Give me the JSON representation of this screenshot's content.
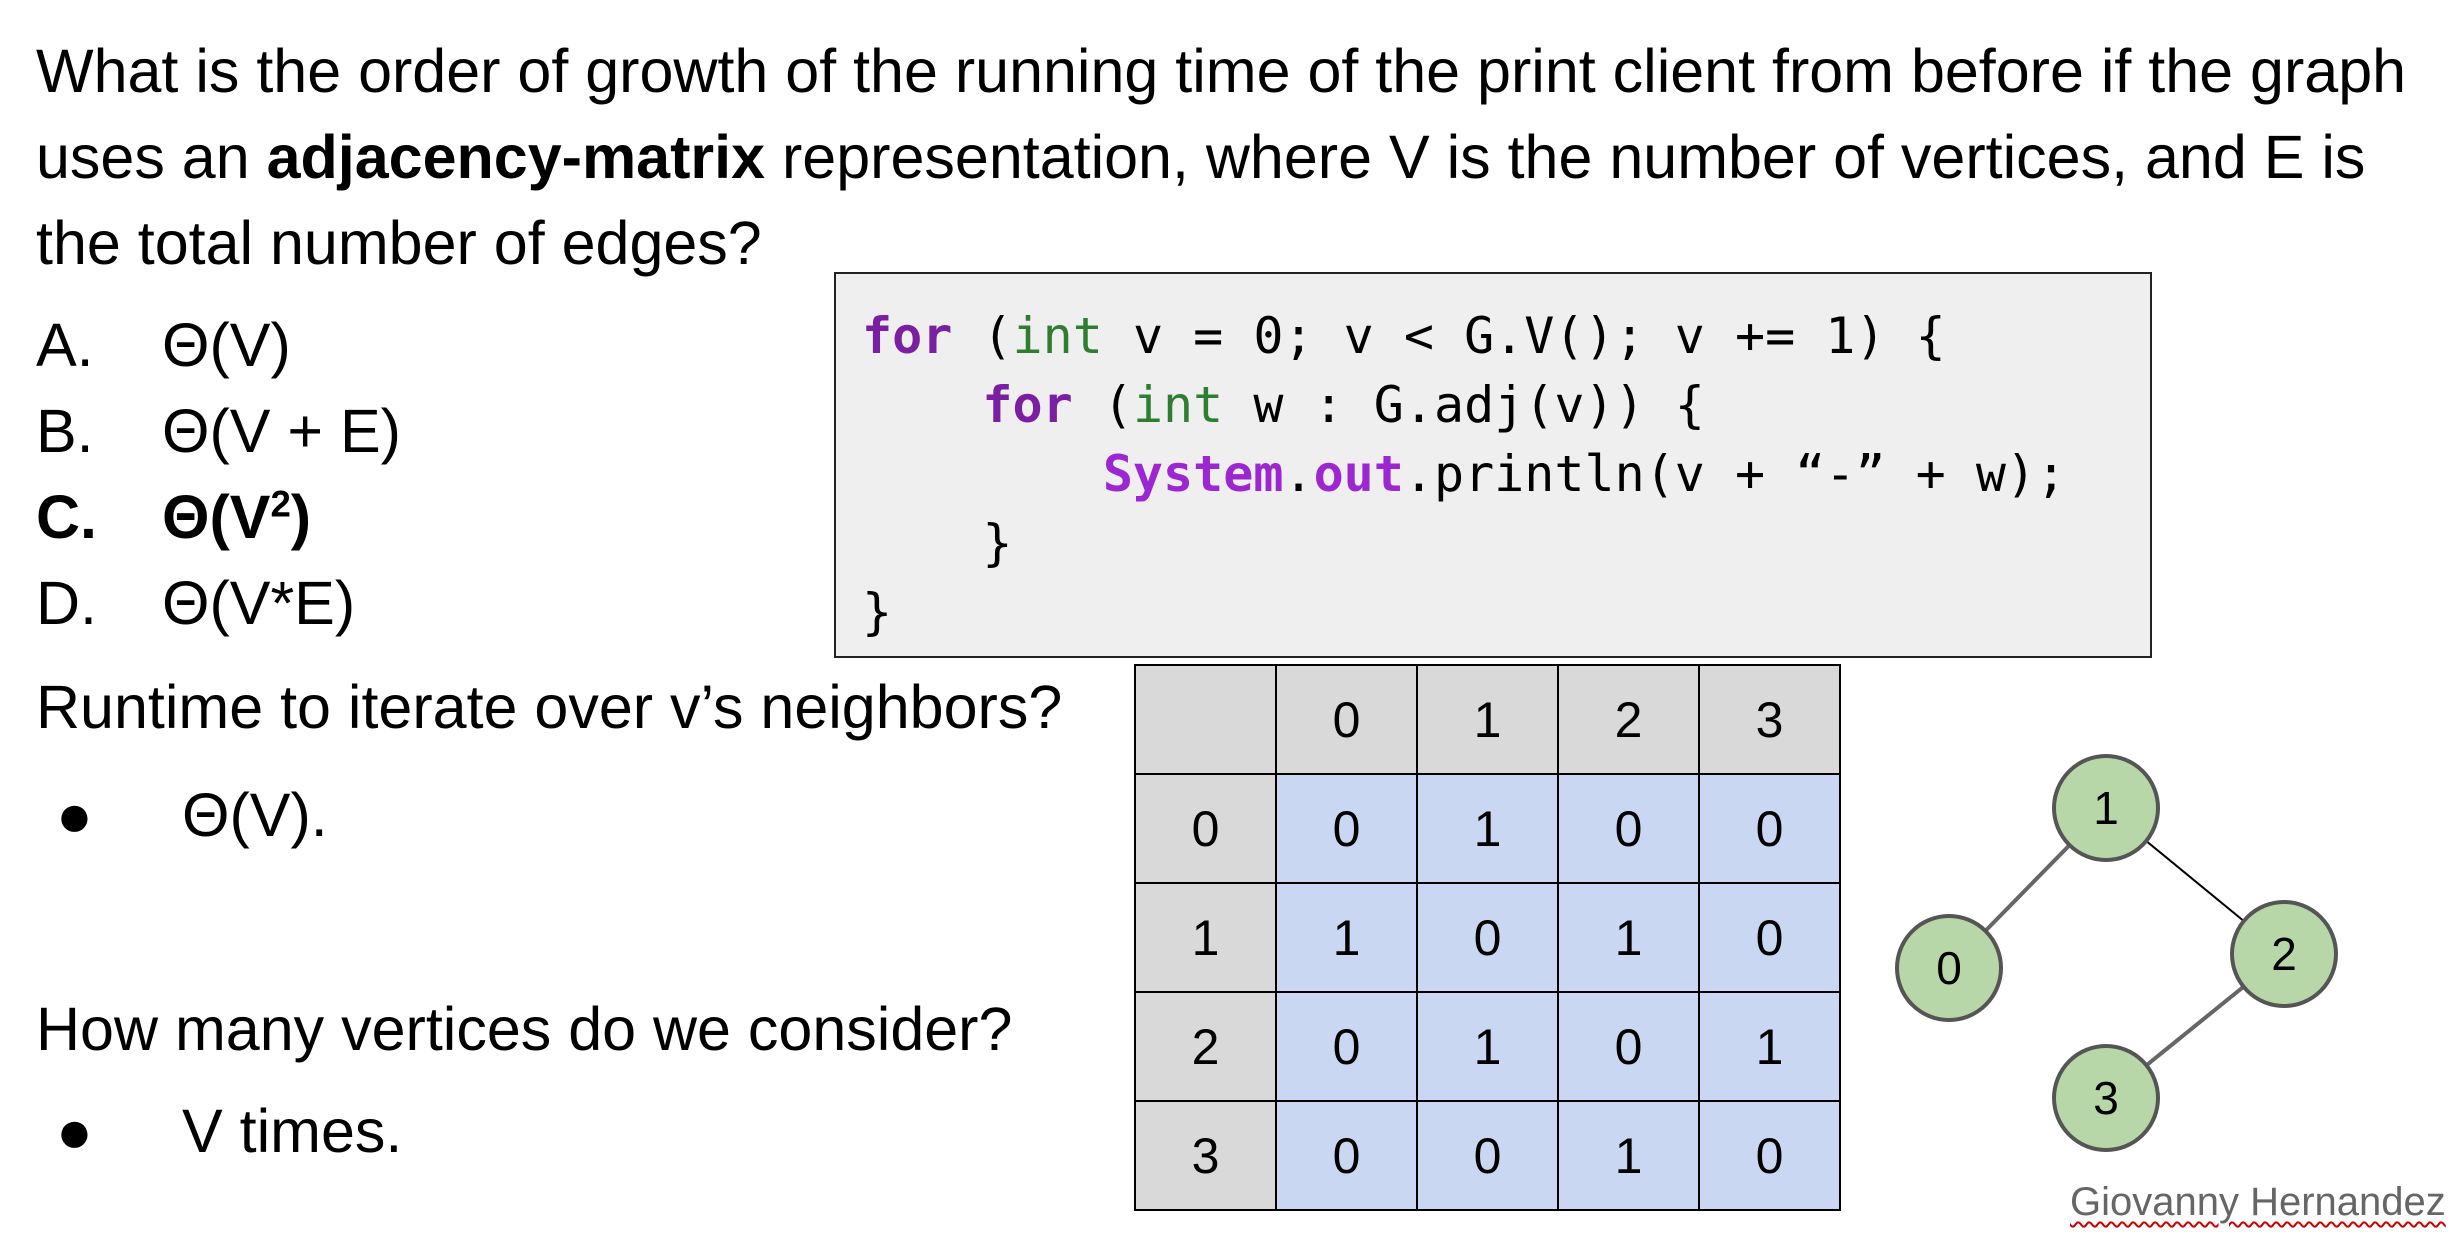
{
  "question": {
    "part1": "What is the order of growth of the running time of the print client from before if the graph uses an ",
    "bold": "adjacency-matrix",
    "part2": " representation, where V is the number of vertices, and E is the total number of edges?"
  },
  "options": [
    {
      "letter": "A.",
      "value": "Θ(V)"
    },
    {
      "letter": "B.",
      "value": "Θ(V + E)"
    },
    {
      "letter": "C.",
      "value_base": "Θ(V",
      "value_sup": "2",
      "value_end": ")"
    },
    {
      "letter": "D.",
      "value": "Θ(V*E)"
    }
  ],
  "code": {
    "l1": {
      "kw": "for",
      "p1": " (",
      "ty": "int",
      "p2": " v = 0; v < G.V(); v += 1) {"
    },
    "l2": {
      "indent": "    ",
      "kw": "for",
      "p1": " (",
      "ty": "int",
      "p2": " w : G.adj(v)) {"
    },
    "l3": {
      "indent": "        ",
      "sys": "System",
      "dot": ".",
      "out": "out",
      "rest": ".println(v + “-” + w);"
    },
    "l4": "    }",
    "l5": "}"
  },
  "runtime_question": "Runtime to iterate over v’s neighbors?",
  "runtime_answer": "Θ(V).",
  "vertices_question": "How many vertices do we consider?",
  "vertices_answer": "V times.",
  "bullet_symbol": "●",
  "matrix": {
    "headers": [
      "0",
      "1",
      "2",
      "3"
    ],
    "rows": [
      {
        "label": "0",
        "cells": [
          "0",
          "1",
          "0",
          "0"
        ]
      },
      {
        "label": "1",
        "cells": [
          "1",
          "0",
          "1",
          "0"
        ]
      },
      {
        "label": "2",
        "cells": [
          "0",
          "1",
          "0",
          "1"
        ]
      },
      {
        "label": "3",
        "cells": [
          "0",
          "0",
          "1",
          "0"
        ]
      }
    ]
  },
  "graph": {
    "node_color": "#b7d7a8",
    "nodes": [
      {
        "id": "0",
        "label": "0"
      },
      {
        "id": "1",
        "label": "1"
      },
      {
        "id": "2",
        "label": "2"
      },
      {
        "id": "3",
        "label": "3"
      }
    ],
    "edges": [
      [
        "0",
        "1"
      ],
      [
        "1",
        "2"
      ],
      [
        "2",
        "3"
      ]
    ]
  },
  "author": "Giovanny Hernandez"
}
